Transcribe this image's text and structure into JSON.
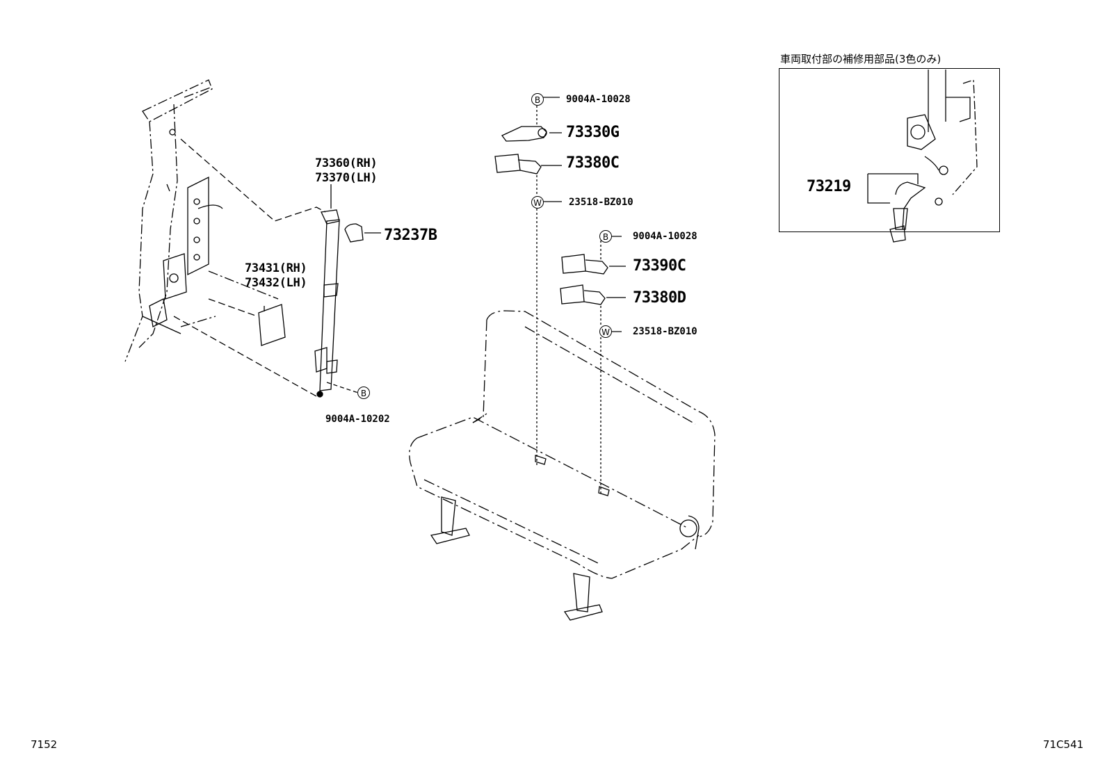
{
  "inset": {
    "title": "車両取付部の補修用部品(3色のみ)",
    "part": "73219"
  },
  "parts": {
    "p73360": "73360(RH)",
    "p73370": "73370(LH)",
    "p73237B": "73237B",
    "p73431": "73431(RH)",
    "p73432": "73432(LH)",
    "p9004A_10202": "9004A-10202",
    "p9004A_10028_a": "9004A-10028",
    "p73330G": "73330G",
    "p73380C": "73380C",
    "p23518_a": "23518-BZ010",
    "p9004A_10028_b": "9004A-10028",
    "p73390C": "73390C",
    "p73380D": "73380D",
    "p23518_b": "23518-BZ010"
  },
  "markers": {
    "bolt": "B",
    "washer": "W"
  },
  "footer": {
    "left": "7152",
    "right": "71C541"
  }
}
